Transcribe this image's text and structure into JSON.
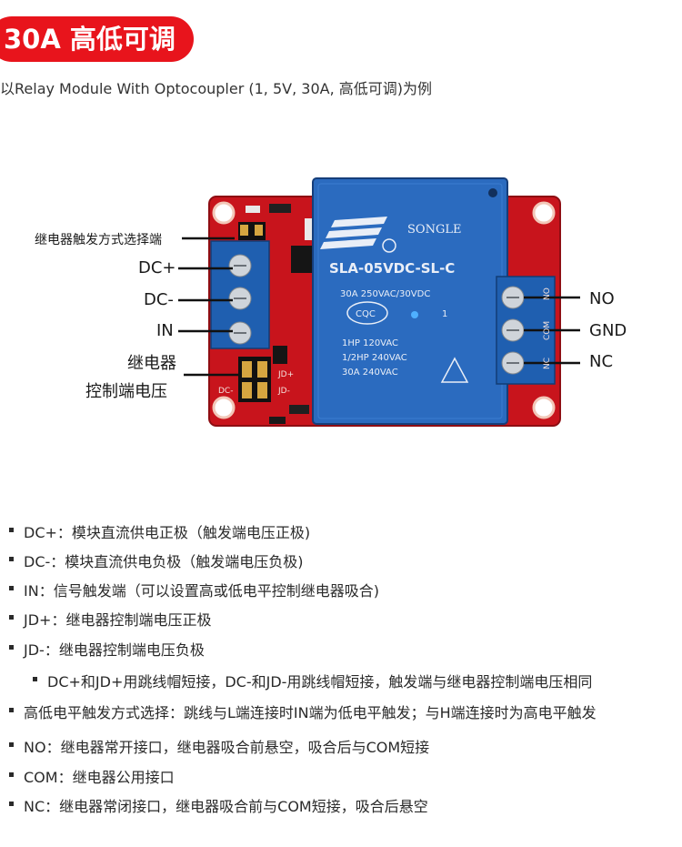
{
  "header": {
    "title": "30A 高低可调",
    "subtitle": "以Relay Module With Optocoupler (1, 5V, 30A, 高低可调)为例"
  },
  "figure": {
    "labels": {
      "trigger_select": "继电器触发方式选择端",
      "dc_plus": "DC+",
      "dc_minus": "DC-",
      "in": "IN",
      "relay_voltage_1": "继电器",
      "relay_voltage_2": "控制端电压",
      "no": "NO",
      "gnd": "GND",
      "nc": "NC"
    },
    "relay": {
      "brand": "SONGLE",
      "model": "SLA-05VDC-SL-C",
      "rating1": "30A  250VAC/30VDC",
      "cqc": "CQC",
      "num": "1",
      "rating2": "1HP 120VAC",
      "rating3": "1/2HP 240VAC",
      "rating4": "30A  240VAC"
    },
    "board_marks": {
      "jd_plus": "JD+",
      "jd_minus": "JD-",
      "dc_small": "DC-",
      "right_no": "NO",
      "right_com": "COM",
      "right_nc": "NC"
    }
  },
  "bullets": [
    {
      "text": "DC+：模块直流供电正极（触发端电压正极)"
    },
    {
      "text": "DC-：模块直流供电负极（触发端电压负极)"
    },
    {
      "text": "IN：信号触发端（可以设置高或低电平控制继电器吸合)"
    },
    {
      "text": "JD+：继电器控制端电压正极"
    },
    {
      "text": "JD-：继电器控制端电压负极"
    },
    {
      "text": "DC+和JD+用跳线帽短接，DC-和JD-用跳线帽短接，触发端与继电器控制端电压相同"
    },
    {
      "text": "高低电平触发方式选择：跳线与L端连接时IN端为低电平触发；与H端连接时为高电平触发"
    },
    {
      "text": "NO：继电器常开接口，继电器吸合前悬空，吸合后与COM短接"
    },
    {
      "text": "COM：继电器公用接口"
    },
    {
      "text": "NC：继电器常闭接口，继电器吸合前与COM短接，吸合后悬空"
    }
  ],
  "colors": {
    "accent_red": "#e8141c",
    "pcb_red": "#c8141c",
    "relay_blue": "#2b6bbf",
    "terminal_blue": "#1f5fb0"
  }
}
